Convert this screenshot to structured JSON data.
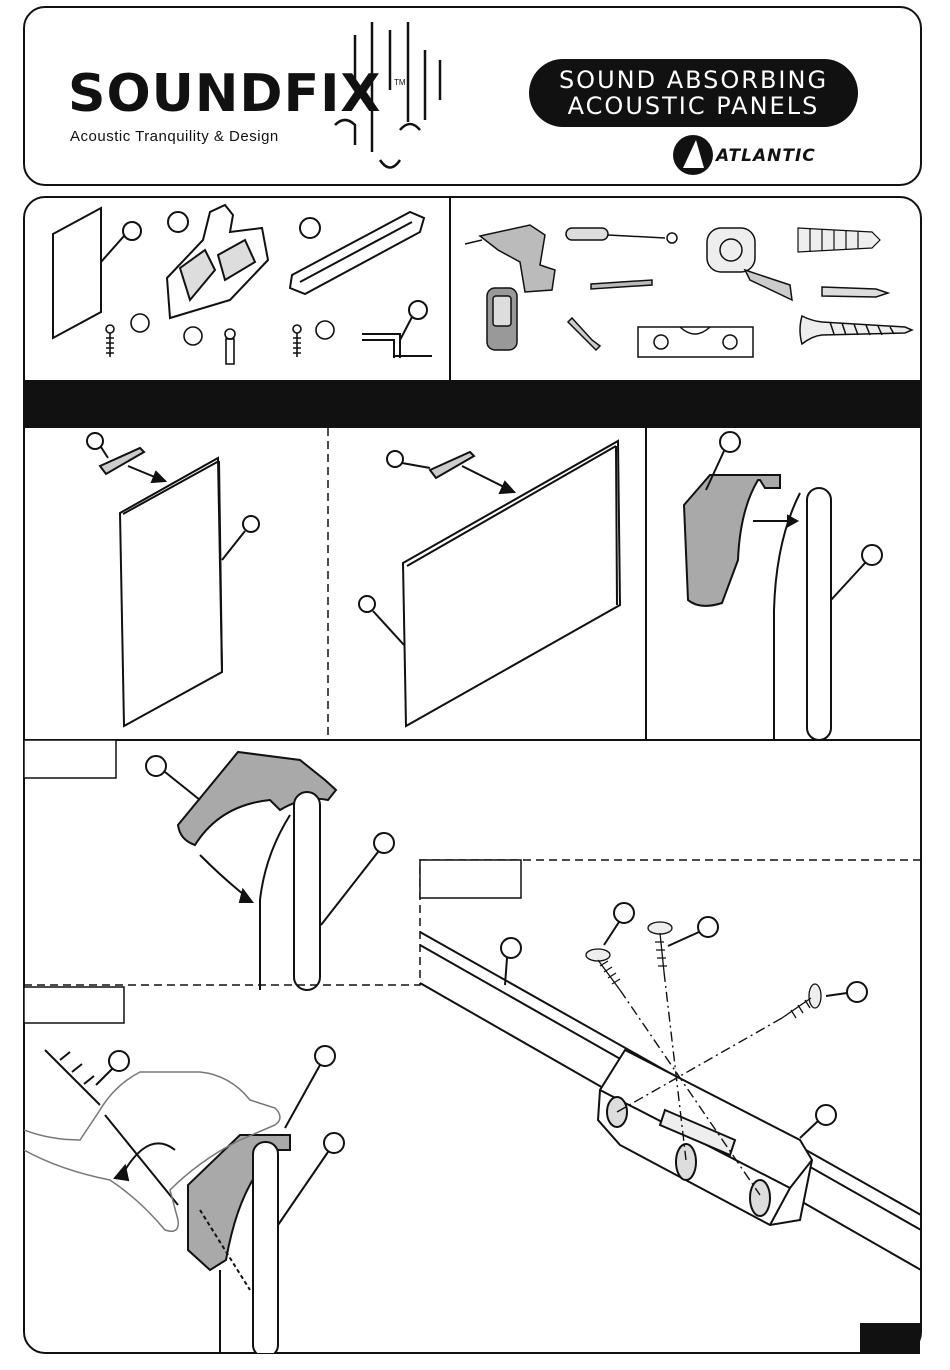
{
  "brand": {
    "name": "SOUNDFIX",
    "trademark": "TM",
    "tagline": "Acoustic Tranquility & Design"
  },
  "title": {
    "line1": "SOUND ABSORBING",
    "line2": "ACOUSTIC PANELS"
  },
  "partner_logo": "ATLANTIC",
  "colors": {
    "ink": "#111111",
    "fill_gray": "#a9a9a9",
    "paper": "#ffffff"
  },
  "icons": [
    "panel-icon",
    "bracket-icon",
    "rail-icon",
    "allen-key-icon",
    "screw-icon",
    "drill-icon",
    "screwdriver-icon",
    "tape-measure-icon",
    "wall-anchor-icon",
    "stud-finder-icon",
    "drill-bit-icon",
    "driver-bit-icon",
    "spirit-level-icon",
    "pencil-icon",
    "drywall-screw-icon",
    "hand-icon"
  ]
}
